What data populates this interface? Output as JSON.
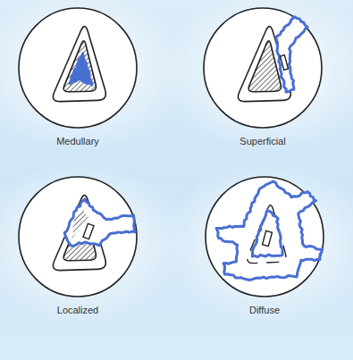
{
  "diagram": {
    "labels": [
      "Medullary",
      "Superficial",
      "Localized",
      "Diffuse"
    ]
  }
}
